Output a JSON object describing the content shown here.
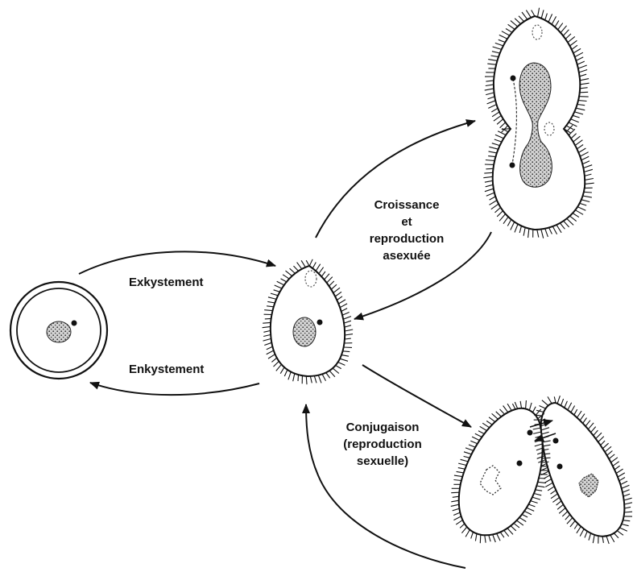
{
  "labels": {
    "exkystement": "Exkystement",
    "enkystement": "Enkystement",
    "croissance": [
      "Croissance",
      "et",
      "reproduction",
      "asexuée"
    ],
    "conjugaison": [
      "Conjugaison",
      "(reproduction",
      "sexuelle)"
    ]
  }
}
